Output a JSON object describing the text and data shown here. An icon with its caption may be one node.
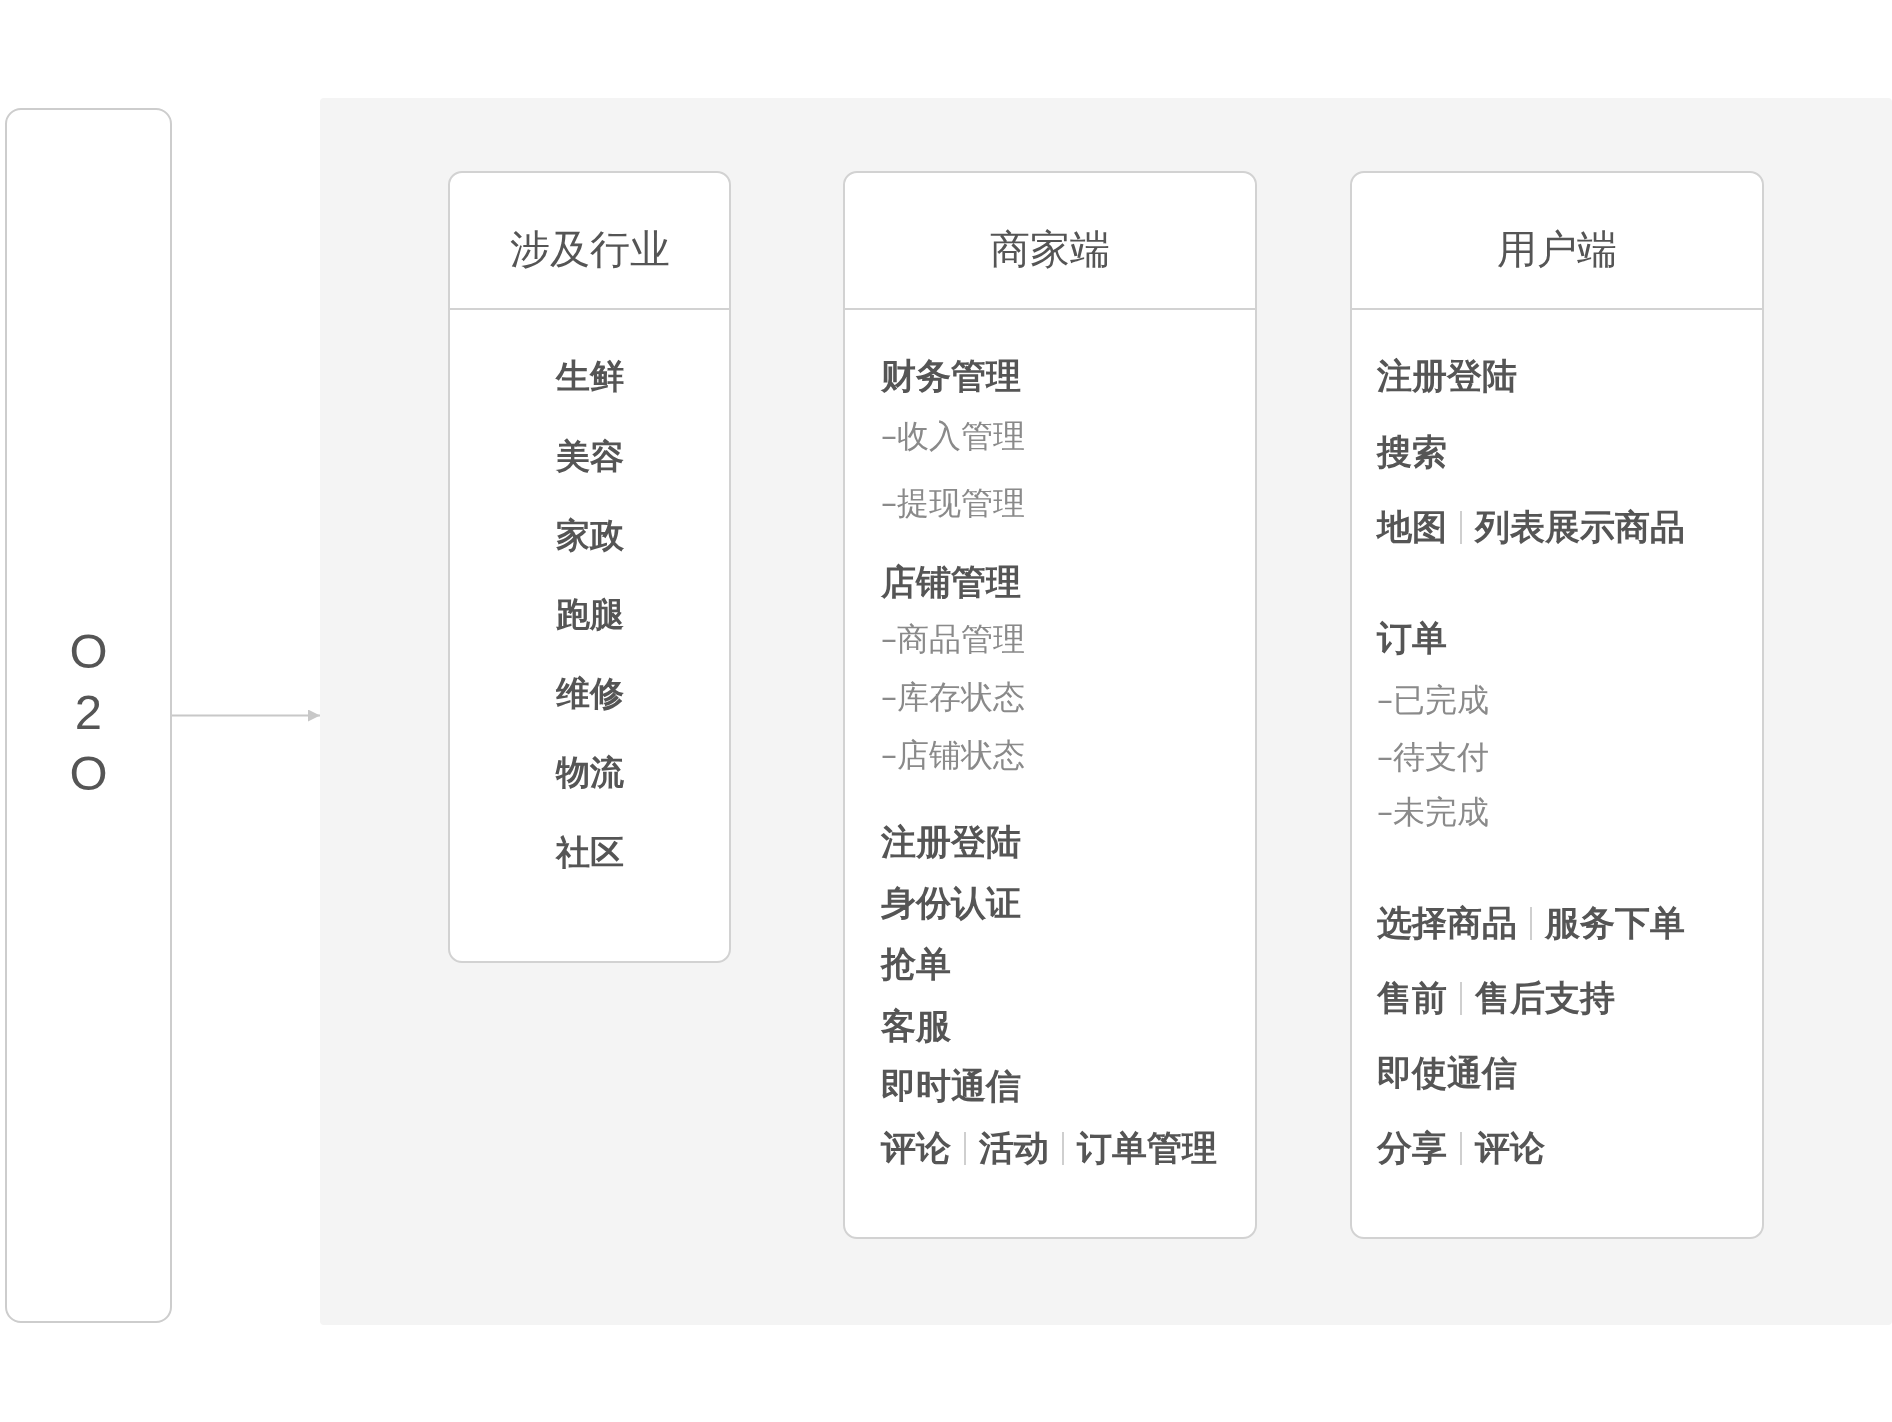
{
  "diagram": {
    "nodes": [
      {
        "text": [
          "O 2 O"
        ]
      },
      {
        "text": [],
        "shape": "box"
      },
      {
        "text": [
          "涉及行业",
          "生鲜",
          "美容",
          "家政",
          "跑腿",
          "维修",
          "物流",
          "社区"
        ],
        "in": 1
      },
      {
        "text": [
          "商家端",
          "财务管理",
          "–收入管理",
          "–提现管理",
          "店铺管理",
          "–商品管理",
          "–库存状态",
          "–店铺状态",
          "注册登陆",
          "身份认证",
          "抢单",
          "客服",
          "即时通信",
          "评论",
          "活动",
          "订单管理"
        ],
        "in": 1
      },
      {
        "text": [
          "用户端",
          "注册登陆",
          "搜索",
          "地图",
          "列表展示商品",
          "订单",
          "–已完成",
          "–待支付",
          "–未完成",
          "选择商品",
          "服务下单",
          "售前",
          "售后支持",
          "即使通信",
          "分享",
          "评论"
        ],
        "in": 1
      }
    ],
    "edges": [
      {
        "from": 0,
        "to": 1,
        "arrow": "to"
      }
    ]
  }
}
